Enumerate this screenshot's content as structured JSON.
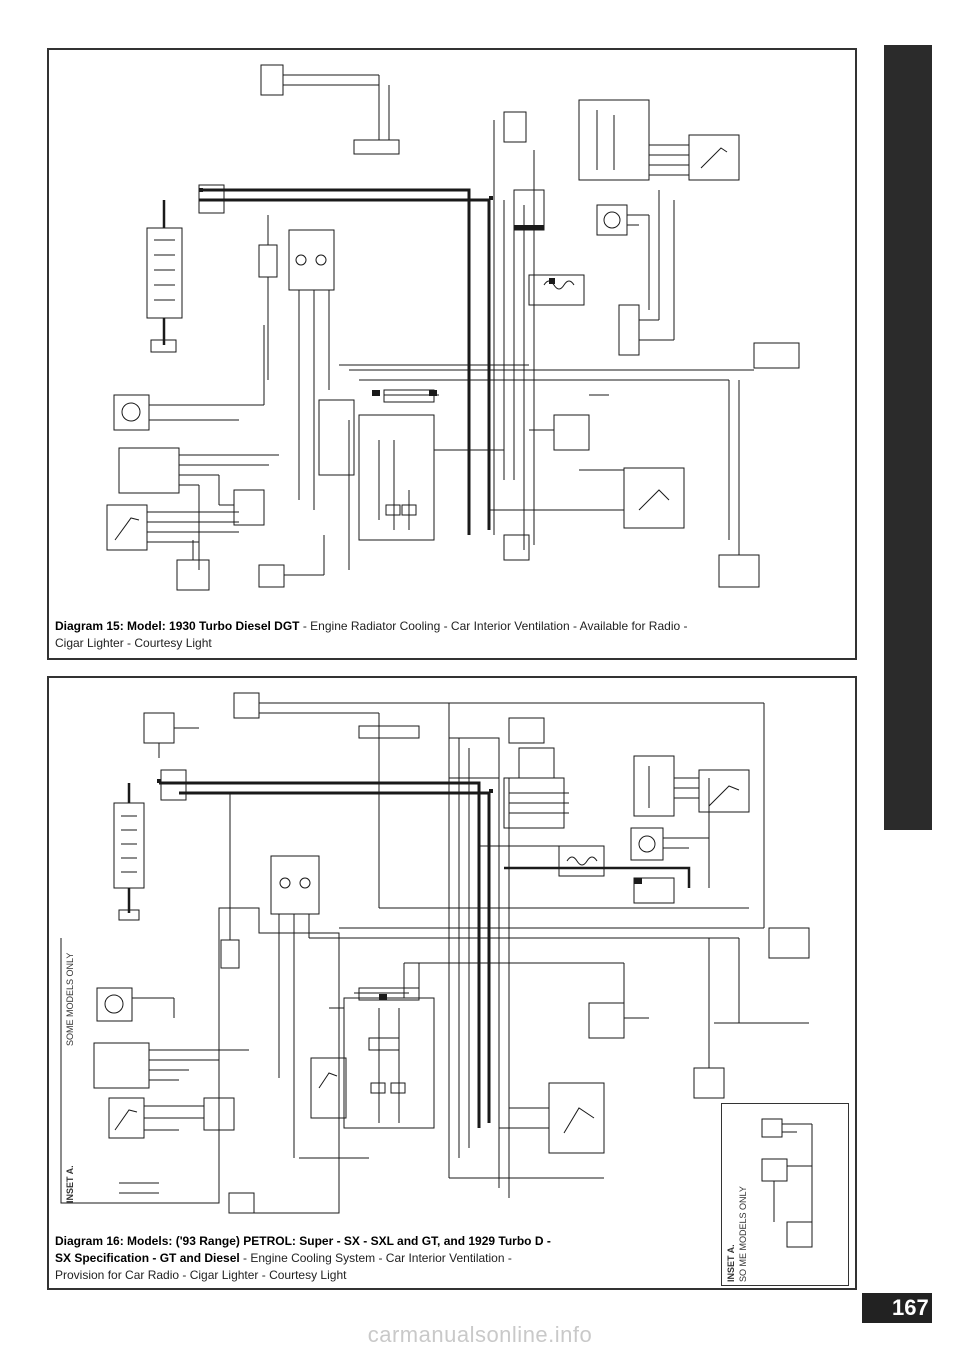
{
  "diagram15": {
    "title": "Diagram 15: Model: 1930 Turbo Diesel DGT",
    "subtitle": " - Engine Radiator Cooling - Car Interior Ventilation - Available for Radio -",
    "subtitle2": "Cigar Lighter - Courtesy Light"
  },
  "diagram16": {
    "title": "Diagram 16: Models: ('93 Range) PETROL: Super - SX - SXL and GT, and 1929 Turbo D -",
    "title2": "SX Specification - GT and Diesel",
    "subtitle": " - Engine Cooling System - Car Interior Ventilation -",
    "subtitle2": "Provision for Car Radio - Cigar Lighter - Courtesy Light",
    "inset_a_label": "INSET A.",
    "inset_a_note": "SOME MODELS ONLY",
    "inset_b_label": "INSET A.",
    "inset_b_note": "SO ME MODELS ONLY"
  },
  "page_number": "167",
  "watermark": "carmanualsonline.info",
  "colors": {
    "wire": "#1a1a1a",
    "tab": "#2b2b2b"
  }
}
